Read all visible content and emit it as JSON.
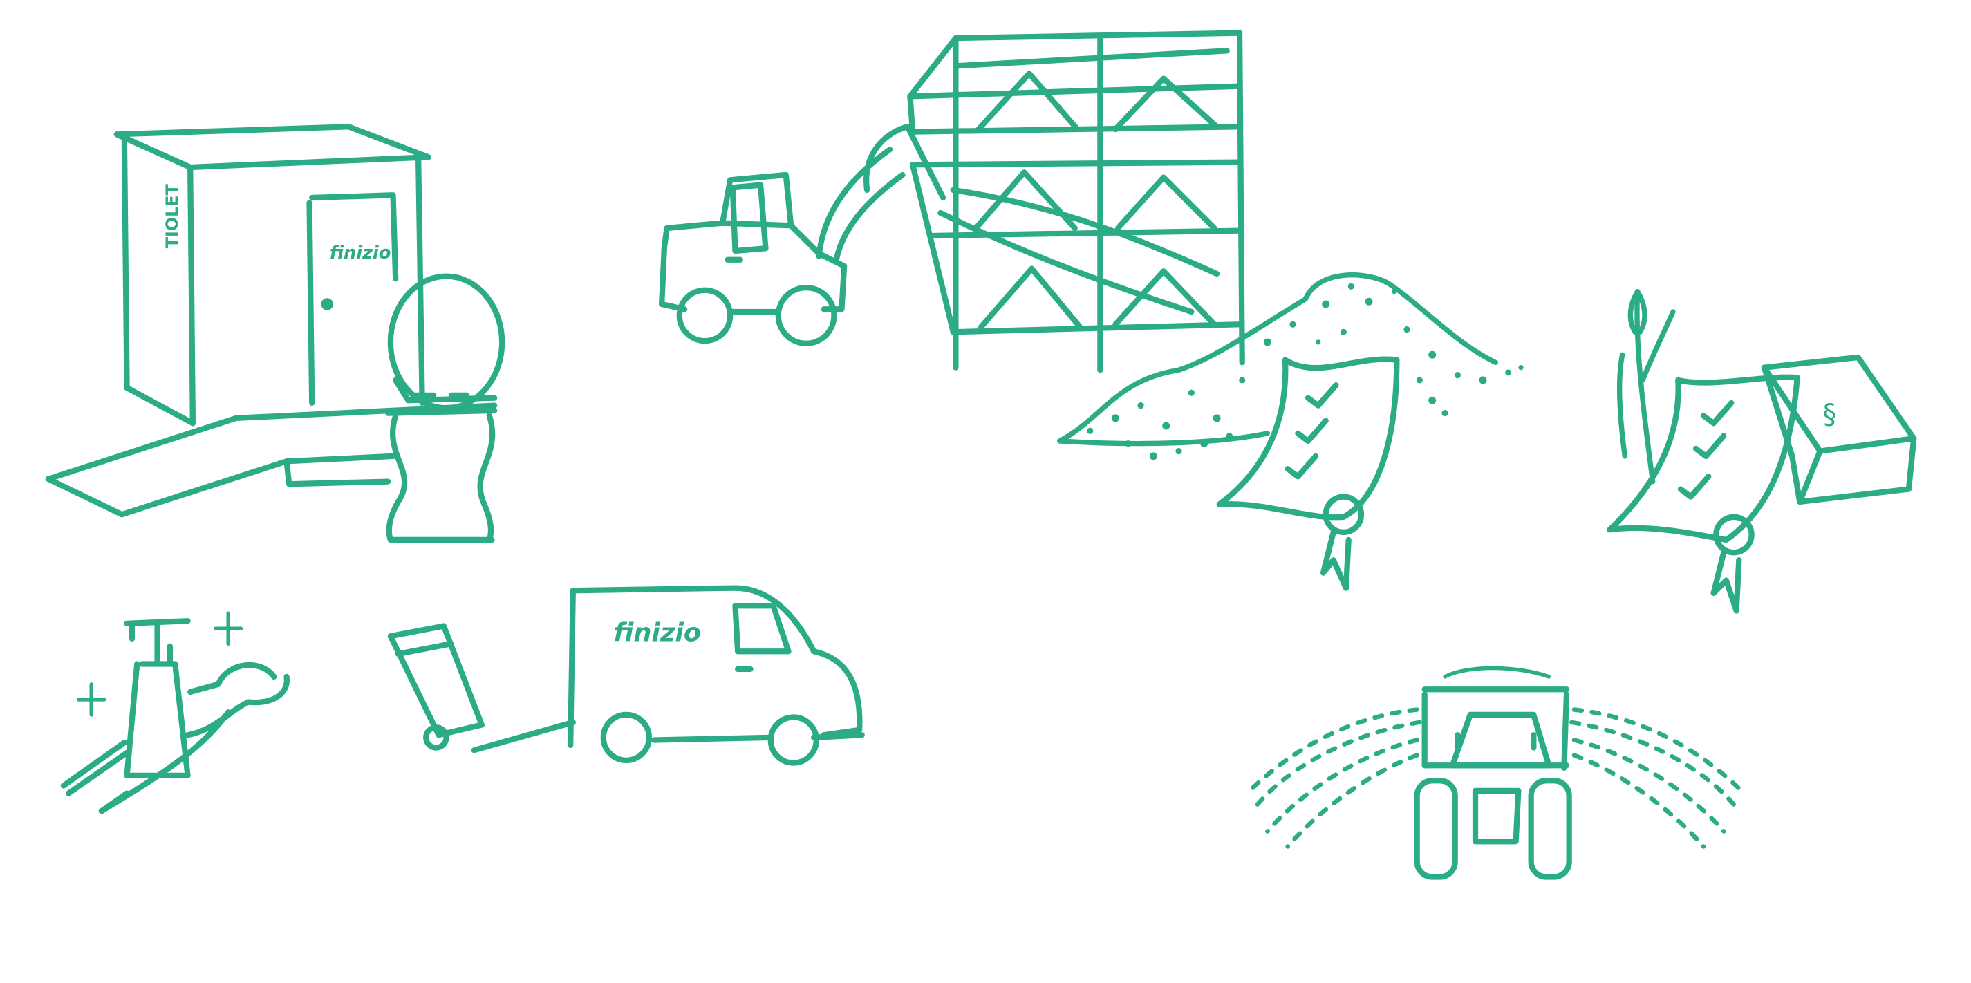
{
  "colors": {
    "ink": "#2bab86",
    "background": "#ffffff"
  },
  "toilet_cabin": {
    "side_label": "TIOLET",
    "door_logo": "finizio"
  },
  "van": {
    "logo": "finizio"
  },
  "book": {
    "symbol": "§"
  }
}
